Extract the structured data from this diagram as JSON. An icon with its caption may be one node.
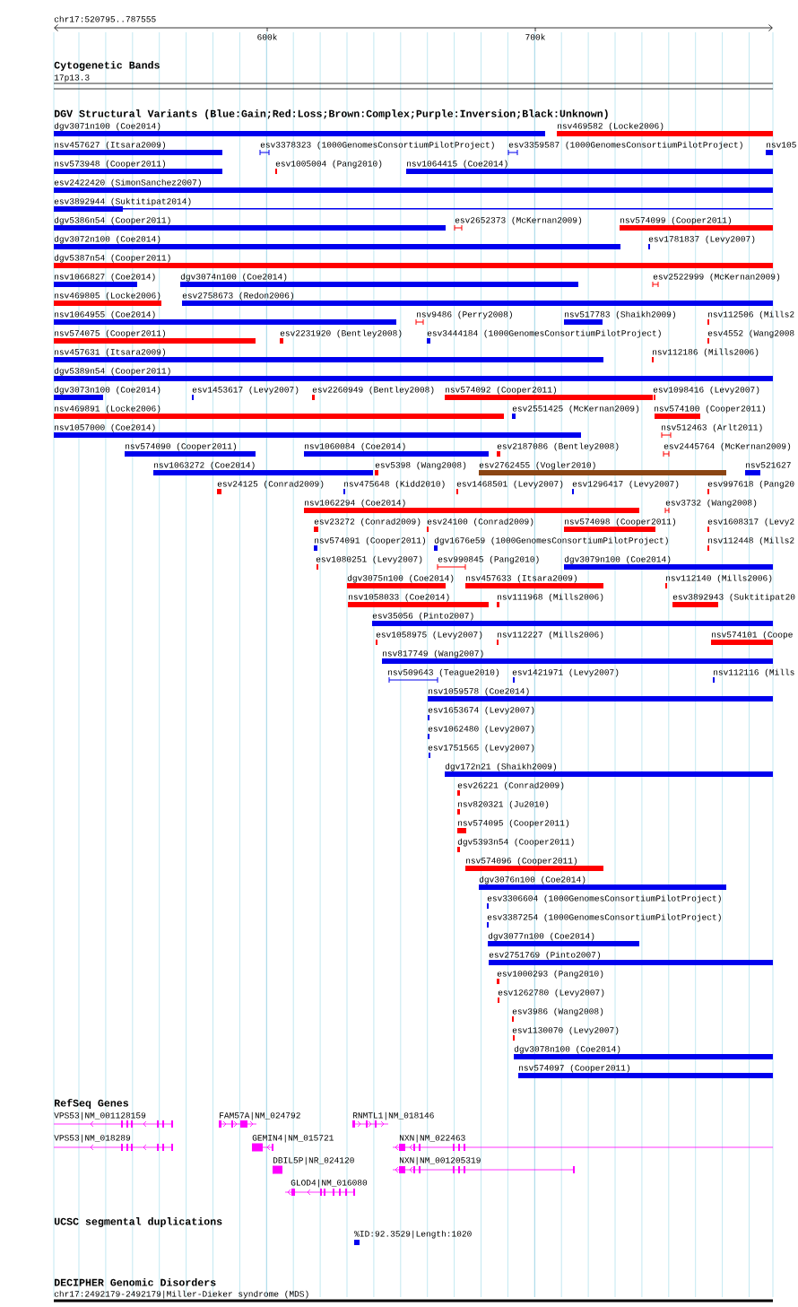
{
  "diagram": {
    "labels": [
      "chr17:520795..787555",
      "600k",
      "700k",
      "Cytogenetic Bands",
      "17p13.3",
      "DGV Structural Variants (Blue:Gain;Red:Loss;Brown:Complex;Purple:Inversion;Black:Unknown)",
      "dgv3071n100 (Coe2014)",
      "nsv469582 (Locke2006)",
      "nsv457627 (Itsara2009)",
      "esv3378323 (1000GenomesConsortiumPilotProject)",
      "esv3359587 (1000GenomesConsortiumPilotProject)",
      "nsv105",
      "nsv573948 (Cooper2011)",
      "esv1005004 (Pang2010)",
      "nsv1064415 (Coe2014)",
      "esv2422420 (SimonSanchez2007)",
      "esv3892944 (Suktitipat2014)",
      "dgv5386n54 (Cooper2011)",
      "esv2652373 (McKernan2009)",
      "nsv574099 (Cooper2011)",
      "dgv3072n100 (Coe2014)",
      "esv1781837 (Levy2007)",
      "dgv5387n54 (Cooper2011)",
      "nsv1066827 (Coe2014)",
      "dgv3074n100 (Coe2014)",
      "esv2522999 (McKernan2009)",
      "nsv469805 (Locke2006)",
      "esv2758673 (Redon2006)",
      "nsv1064955 (Coe2014)",
      "nsv9486 (Perry2008)",
      "nsv517783 (Shaikh2009)",
      "nsv112506 (Mills2",
      "nsv574075 (Cooper2011)",
      "esv2231920 (Bentley2008)",
      "esv3444184 (1000GenomesConsortiumPilotProject)",
      "esv4552 (Wang2008",
      "nsv457631 (Itsara2009)",
      "nsv112186 (Mills2006)",
      "dgv5389n54 (Cooper2011)",
      "dgv3073n100 (Coe2014)",
      "esv1453617 (Levy2007)",
      "esv2260949 (Bentley2008)",
      "nsv574092 (Cooper2011)",
      "esv1098416 (Levy2007)",
      "nsv469891 (Locke2006)",
      "esv2551425 (McKernan2009)",
      "nsv574100 (Cooper2011)",
      "nsv1057000 (Coe2014)",
      "nsv512463 (Arlt2011)",
      "nsv574090 (Cooper2011)",
      "nsv1060084 (Coe2014)",
      "esv2187086 (Bentley2008)",
      "esv2445764 (McKernan2009)",
      "nsv1063272 (Coe2014)",
      "esv5398 (Wang2008)",
      "esv2762455 (Vogler2010)",
      "nsv521627",
      "esv24125 (Conrad2009)",
      "nsv475648 (Kidd2010)",
      "esv1468501 (Levy2007)",
      "esv1296417 (Levy2007)",
      "esv997618 (Pang20",
      "nsv1062294 (Coe2014)",
      "esv3732 (Wang2008)",
      "esv23272 (Conrad2009)",
      "esv24100 (Conrad2009)",
      "nsv574098 (Cooper2011)",
      "esv1608317 (Levy2",
      "nsv574091 (Cooper2011)",
      "dgv1676e59 (1000GenomesConsortiumPilotProject)",
      "nsv112448 (Mills2",
      "esv1080251 (Levy2007)",
      "esv990845 (Pang2010)",
      "dgv3079n100 (Coe2014)",
      "dgv3075n100 (Coe2014)",
      "nsv457633 (Itsara2009)",
      "nsv112140 (Mills2006)",
      "nsv1058033 (Coe2014)",
      "nsv111968 (Mills2006)",
      "esv3892943 (Suktitipat20",
      "esv35056 (Pinto2007)",
      "esv1058975 (Levy2007)",
      "nsv112227 (Mills2006)",
      "nsv574101 (Coope",
      "nsv817749 (Wang2007)",
      "nsv509643 (Teague2010)",
      "esv1421971 (Levy2007)",
      "nsv112116 (Mills",
      "nsv1059578 (Coe2014)",
      "esv1653674 (Levy2007)",
      "esv1062480 (Levy2007)",
      "esv1751565 (Levy2007)",
      "dgv172n21 (Shaikh2009)",
      "esv26221 (Conrad2009)",
      "nsv820321 (Ju2010)",
      "nsv574095 (Cooper2011)",
      "dgv5393n54 (Cooper2011)",
      "nsv574096 (Cooper2011)",
      "dgv3076n100 (Coe2014)",
      "esv3306604 (1000GenomesConsortiumPilotProject)",
      "esv3387254 (1000GenomesConsortiumPilotProject)",
      "dgv3077n100 (Coe2014)",
      "esv2751769 (Pinto2007)",
      "esv1000293 (Pang2010)",
      "esv1262780 (Levy2007)",
      "esv3986 (Wang2008)",
      "esv1130070 (Levy2007)",
      "dgv3078n100 (Coe2014)",
      "nsv574097 (Cooper2011)",
      "RefSeq Genes",
      "VPS53|NM_001128159",
      "FAM57A|NM_024792",
      "RNMTL1|NM_018146",
      "VPS53|NM_018289",
      "GEMIN4|NM_015721",
      "NXN|NM_022463",
      "DBIL5P|NR_024120",
      "NXN|NM_001205319",
      "GLOD4|NM_016080",
      "UCSC segmental duplications",
      "%ID:92.3529|Length:1020",
      "DECIPHER Genomic Disorders",
      "chr17:2492179-2492179|Miller-Dieker syndrome (MDS)"
    ]
  }
}
